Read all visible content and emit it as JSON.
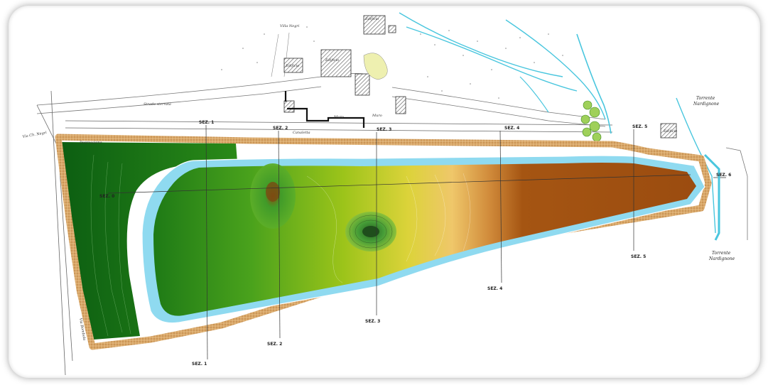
{
  "sections": {
    "top": [
      "SEZ. 1",
      "SEZ. 2",
      "SEZ. 3",
      "SEZ. 4",
      "SEZ. 5",
      "SEZ. 6"
    ],
    "bottom": [
      "SEZ. 1",
      "SEZ. 2",
      "SEZ. 3",
      "SEZ. 4",
      "SEZ. 5"
    ],
    "left": "SEZ. 0"
  },
  "place_names": {
    "villa": "Villa Negri",
    "edificio": "Edificio",
    "strada": "Strada sterrata",
    "canaletta": "Canaletta",
    "depressione": "Depressione",
    "muro": "Muro",
    "torrente_top": [
      "Torrente",
      "Nardignone"
    ],
    "torrente_bottom": [
      "Torrente",
      "Nardignone"
    ],
    "via_left": "Via Ch. Negri",
    "via_bottom": "Via Bombola"
  },
  "colors": {
    "dark_green": "#0f6b16",
    "green": "#3e9a1c",
    "lime": "#b9d21a",
    "yellow": "#e3d54a",
    "tan": "#e8a85e",
    "brown": "#a35212",
    "water": "#8fdaf0",
    "gravel": "#d9a86a"
  }
}
